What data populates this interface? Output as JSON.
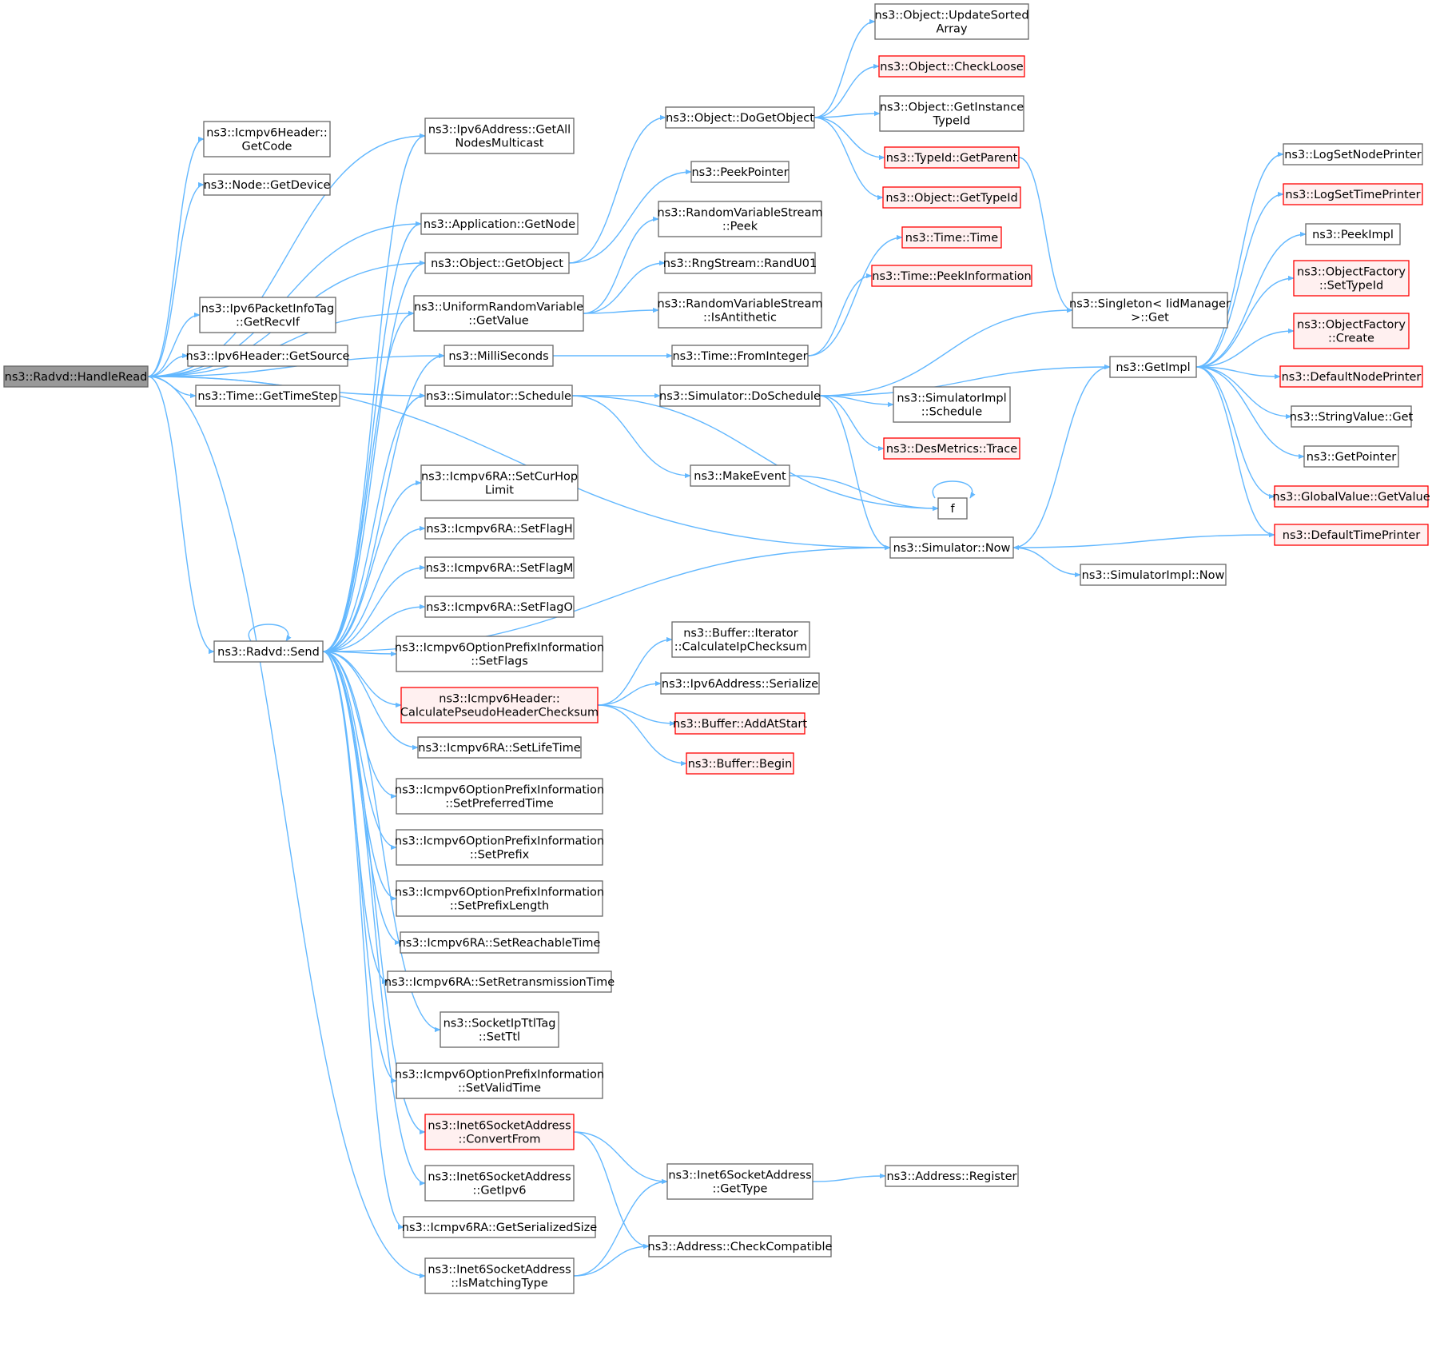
{
  "diagram": {
    "nodes": {
      "HandleRead": {
        "label": "ns3::Radvd::HandleRead",
        "style": "root"
      },
      "GetAllNodesMulticast": {
        "label": [
          "ns3::Ipv6Address::GetAll",
          "NodesMulticast"
        ]
      },
      "GetCode": {
        "label": [
          "ns3::Icmpv6Header::",
          "GetCode"
        ]
      },
      "GetDevice": {
        "label": "ns3::Node::GetDevice"
      },
      "AppGetNode": {
        "label": "ns3::Application::GetNode"
      },
      "ObjGetObject": {
        "label": "ns3::Object::GetObject"
      },
      "GetRecvIf": {
        "label": [
          "ns3::Ipv6PacketInfoTag",
          "::GetRecvIf"
        ]
      },
      "GetSource": {
        "label": "ns3::Ipv6Header::GetSource"
      },
      "GetTimeStep": {
        "label": "ns3::Time::GetTimeStep"
      },
      "Send": {
        "label": "ns3::Radvd::Send"
      },
      "UniformGetValue": {
        "label": [
          "ns3::UniformRandomVariable",
          "::GetValue"
        ]
      },
      "MilliSeconds": {
        "label": "ns3::MilliSeconds"
      },
      "SimSchedule": {
        "label": "ns3::Simulator::Schedule"
      },
      "SetCurHopLimit": {
        "label": [
          "ns3::Icmpv6RA::SetCurHop",
          "Limit"
        ]
      },
      "SetFlagH": {
        "label": "ns3::Icmpv6RA::SetFlagH"
      },
      "SetFlagM": {
        "label": "ns3::Icmpv6RA::SetFlagM"
      },
      "SetFlagO": {
        "label": "ns3::Icmpv6RA::SetFlagO"
      },
      "SetFlags": {
        "label": [
          "ns3::Icmpv6OptionPrefixInformation",
          "::SetFlags"
        ]
      },
      "CalcPseudo": {
        "label": [
          "ns3::Icmpv6Header::",
          "CalculatePseudoHeaderChecksum"
        ],
        "style": "red"
      },
      "SetLifeTime": {
        "label": "ns3::Icmpv6RA::SetLifeTime"
      },
      "SetPreferredTime": {
        "label": [
          "ns3::Icmpv6OptionPrefixInformation",
          "::SetPreferredTime"
        ]
      },
      "SetPrefix": {
        "label": [
          "ns3::Icmpv6OptionPrefixInformation",
          "::SetPrefix"
        ]
      },
      "SetPrefixLength": {
        "label": [
          "ns3::Icmpv6OptionPrefixInformation",
          "::SetPrefixLength"
        ]
      },
      "SetReachableTime": {
        "label": "ns3::Icmpv6RA::SetReachableTime"
      },
      "SetRetransTime": {
        "label": "ns3::Icmpv6RA::SetRetransmissionTime"
      },
      "SetTtl": {
        "label": [
          "ns3::SocketIpTtlTag",
          "::SetTtl"
        ]
      },
      "SetValidTime": {
        "label": [
          "ns3::Icmpv6OptionPrefixInformation",
          "::SetValidTime"
        ]
      },
      "ConvertFrom": {
        "label": [
          "ns3::Inet6SocketAddress",
          "::ConvertFrom"
        ],
        "style": "red"
      },
      "GetIpv6": {
        "label": [
          "ns3::Inet6SocketAddress",
          "::GetIpv6"
        ]
      },
      "GetSerializedSize": {
        "label": "ns3::Icmpv6RA::GetSerializedSize"
      },
      "IsMatchingType": {
        "label": [
          "ns3::Inet6SocketAddress",
          "::IsMatchingType"
        ]
      },
      "DoGetObject": {
        "label": "ns3::Object::DoGetObject"
      },
      "PeekPointer": {
        "label": "ns3::PeekPointer"
      },
      "RVSPeek": {
        "label": [
          "ns3::RandomVariableStream",
          "::Peek"
        ]
      },
      "RandU01": {
        "label": "ns3::RngStream::RandU01"
      },
      "IsAntithetic": {
        "label": [
          "ns3::RandomVariableStream",
          "::IsAntithetic"
        ]
      },
      "FromInteger": {
        "label": "ns3::Time::FromInteger"
      },
      "DoSchedule": {
        "label": "ns3::Simulator::DoSchedule"
      },
      "MakeEvent": {
        "label": "ns3::MakeEvent"
      },
      "IterCalcIp": {
        "label": [
          "ns3::Buffer::Iterator",
          "::CalculateIpChecksum"
        ]
      },
      "Ipv6Serialize": {
        "label": "ns3::Ipv6Address::Serialize"
      },
      "AddAtStart": {
        "label": "ns3::Buffer::AddAtStart",
        "style": "red"
      },
      "BufBegin": {
        "label": "ns3::Buffer::Begin",
        "style": "red"
      },
      "I6GetType": {
        "label": [
          "ns3::Inet6SocketAddress",
          "::GetType"
        ]
      },
      "CheckCompatible": {
        "label": "ns3::Address::CheckCompatible"
      },
      "UpdateSorted": {
        "label": [
          "ns3::Object::UpdateSorted",
          "Array"
        ]
      },
      "CheckLoose": {
        "label": "ns3::Object::CheckLoose",
        "style": "red"
      },
      "GetInstanceTypeId": {
        "label": [
          "ns3::Object::GetInstance",
          "TypeId"
        ]
      },
      "GetParent": {
        "label": "ns3::TypeId::GetParent",
        "style": "red"
      },
      "ObjGetTypeId": {
        "label": "ns3::Object::GetTypeId",
        "style": "red"
      },
      "TimeTime": {
        "label": "ns3::Time::Time",
        "style": "red"
      },
      "PeekInformation": {
        "label": "ns3::Time::PeekInformation",
        "style": "red"
      },
      "SimImplSchedule": {
        "label": [
          "ns3::SimulatorImpl",
          "::Schedule"
        ]
      },
      "DesTrace": {
        "label": "ns3::DesMetrics::Trace",
        "style": "red"
      },
      "f": {
        "label": "f"
      },
      "SimNow": {
        "label": "ns3::Simulator::Now"
      },
      "AddrRegister": {
        "label": "ns3::Address::Register"
      },
      "SingletonGet": {
        "label": [
          "ns3::Singleton< IidManager",
          ">::Get"
        ]
      },
      "GetImpl": {
        "label": "ns3::GetImpl"
      },
      "SimImplNow": {
        "label": "ns3::SimulatorImpl::Now"
      },
      "LogSetNodePrinter": {
        "label": "ns3::LogSetNodePrinter"
      },
      "LogSetTimePrinter": {
        "label": "ns3::LogSetTimePrinter",
        "style": "red"
      },
      "PeekImpl": {
        "label": "ns3::PeekImpl"
      },
      "OFSetTypeId": {
        "label": [
          "ns3::ObjectFactory",
          "::SetTypeId"
        ],
        "style": "red"
      },
      "OFCreate": {
        "label": [
          "ns3::ObjectFactory",
          "::Create"
        ],
        "style": "red"
      },
      "DefaultNodePrinter": {
        "label": "ns3::DefaultNodePrinter",
        "style": "red"
      },
      "StringValueGet": {
        "label": "ns3::StringValue::Get"
      },
      "GetPointer": {
        "label": "ns3::GetPointer"
      },
      "GVGetValue": {
        "label": "ns3::GlobalValue::GetValue",
        "style": "red"
      },
      "DefaultTimePrinter": {
        "label": "ns3::DefaultTimePrinter",
        "style": "red"
      }
    },
    "edges": [
      [
        "HandleRead",
        "GetAllNodesMulticast"
      ],
      [
        "HandleRead",
        "GetCode"
      ],
      [
        "HandleRead",
        "GetDevice"
      ],
      [
        "HandleRead",
        "AppGetNode"
      ],
      [
        "HandleRead",
        "ObjGetObject"
      ],
      [
        "HandleRead",
        "GetRecvIf"
      ],
      [
        "HandleRead",
        "GetSource"
      ],
      [
        "HandleRead",
        "GetTimeStep"
      ],
      [
        "HandleRead",
        "UniformGetValue"
      ],
      [
        "HandleRead",
        "MilliSeconds"
      ],
      [
        "HandleRead",
        "SimSchedule"
      ],
      [
        "HandleRead",
        "Send"
      ],
      [
        "HandleRead",
        "IsMatchingType"
      ],
      [
        "HandleRead",
        "SimNow"
      ],
      [
        "Send",
        "GetAllNodesMulticast"
      ],
      [
        "Send",
        "AppGetNode"
      ],
      [
        "Send",
        "ObjGetObject"
      ],
      [
        "Send",
        "UniformGetValue"
      ],
      [
        "Send",
        "MilliSeconds"
      ],
      [
        "Send",
        "SimSchedule"
      ],
      [
        "Send",
        "SimNow"
      ],
      [
        "Send",
        "Send"
      ],
      [
        "Send",
        "SetCurHopLimit"
      ],
      [
        "Send",
        "SetFlagH"
      ],
      [
        "Send",
        "SetFlagM"
      ],
      [
        "Send",
        "SetFlagO"
      ],
      [
        "Send",
        "SetFlags"
      ],
      [
        "Send",
        "CalcPseudo"
      ],
      [
        "Send",
        "SetLifeTime"
      ],
      [
        "Send",
        "SetPreferredTime"
      ],
      [
        "Send",
        "SetPrefix"
      ],
      [
        "Send",
        "SetPrefixLength"
      ],
      [
        "Send",
        "SetReachableTime"
      ],
      [
        "Send",
        "SetRetransTime"
      ],
      [
        "Send",
        "SetTtl"
      ],
      [
        "Send",
        "SetValidTime"
      ],
      [
        "Send",
        "ConvertFrom"
      ],
      [
        "Send",
        "GetIpv6"
      ],
      [
        "Send",
        "GetSerializedSize"
      ],
      [
        "ObjGetObject",
        "DoGetObject"
      ],
      [
        "ObjGetObject",
        "PeekPointer"
      ],
      [
        "UniformGetValue",
        "RVSPeek"
      ],
      [
        "UniformGetValue",
        "RandU01"
      ],
      [
        "UniformGetValue",
        "IsAntithetic"
      ],
      [
        "MilliSeconds",
        "FromInteger"
      ],
      [
        "SimSchedule",
        "DoSchedule"
      ],
      [
        "SimSchedule",
        "MakeEvent"
      ],
      [
        "SimSchedule",
        "f"
      ],
      [
        "CalcPseudo",
        "IterCalcIp"
      ],
      [
        "CalcPseudo",
        "Ipv6Serialize"
      ],
      [
        "CalcPseudo",
        "AddAtStart"
      ],
      [
        "CalcPseudo",
        "BufBegin"
      ],
      [
        "ConvertFrom",
        "I6GetType"
      ],
      [
        "ConvertFrom",
        "CheckCompatible"
      ],
      [
        "IsMatchingType",
        "I6GetType"
      ],
      [
        "IsMatchingType",
        "CheckCompatible"
      ],
      [
        "DoGetObject",
        "UpdateSorted"
      ],
      [
        "DoGetObject",
        "CheckLoose"
      ],
      [
        "DoGetObject",
        "GetInstanceTypeId"
      ],
      [
        "DoGetObject",
        "GetParent"
      ],
      [
        "DoGetObject",
        "ObjGetTypeId"
      ],
      [
        "FromInteger",
        "TimeTime"
      ],
      [
        "FromInteger",
        "PeekInformation"
      ],
      [
        "DoSchedule",
        "SingletonGet"
      ],
      [
        "DoSchedule",
        "GetImpl"
      ],
      [
        "DoSchedule",
        "SimImplSchedule"
      ],
      [
        "DoSchedule",
        "DesTrace"
      ],
      [
        "DoSchedule",
        "SimNow"
      ],
      [
        "MakeEvent",
        "f"
      ],
      [
        "f",
        "f"
      ],
      [
        "SimNow",
        "GetImpl"
      ],
      [
        "SimNow",
        "SimImplNow"
      ],
      [
        "I6GetType",
        "AddrRegister"
      ],
      [
        "GetParent",
        "SingletonGet"
      ],
      [
        "GetImpl",
        "LogSetNodePrinter"
      ],
      [
        "GetImpl",
        "LogSetTimePrinter"
      ],
      [
        "GetImpl",
        "PeekImpl"
      ],
      [
        "GetImpl",
        "OFSetTypeId"
      ],
      [
        "GetImpl",
        "OFCreate"
      ],
      [
        "GetImpl",
        "DefaultNodePrinter"
      ],
      [
        "GetImpl",
        "StringValueGet"
      ],
      [
        "GetImpl",
        "GetPointer"
      ],
      [
        "GetImpl",
        "GVGetValue"
      ],
      [
        "GetImpl",
        "DefaultTimePrinter"
      ],
      [
        "DefaultTimePrinter",
        "SimNow"
      ]
    ]
  }
}
